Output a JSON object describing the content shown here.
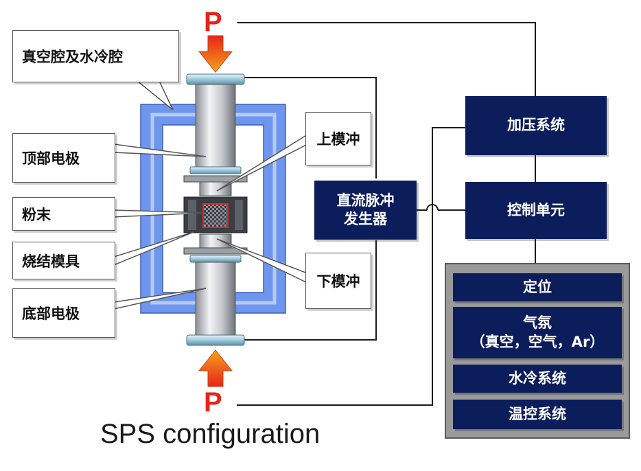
{
  "labels": {
    "vacuum_chamber": "真空腔及水冷腔",
    "top_electrode": "顶部电极",
    "powder": "粉末",
    "sintering_die": "烧结模具",
    "bottom_electrode": "底部电极",
    "upper_punch": "上模冲",
    "lower_punch": "下模冲"
  },
  "pressure": {
    "top": "P",
    "bottom": "P"
  },
  "dc_generator": {
    "line1": "直流脉冲",
    "line2": "发生器"
  },
  "control": {
    "pressure_system": "加压系统",
    "control_unit": "控制单元"
  },
  "subsystems": {
    "positioning": "定位",
    "atmosphere_line1": "气氛",
    "atmosphere_line2": "（真空，空气，Ar）",
    "water_cooling": "水冷系统",
    "temperature_control": "温控系统"
  },
  "caption": "SPS configuration",
  "colors": {
    "chamber_blue": "#6f96ee",
    "navy": "#0c1d5c",
    "arrow_red": "#e8231c",
    "arrow_orange": "#f6a21a",
    "panel_gray": "#9a9a9a"
  }
}
